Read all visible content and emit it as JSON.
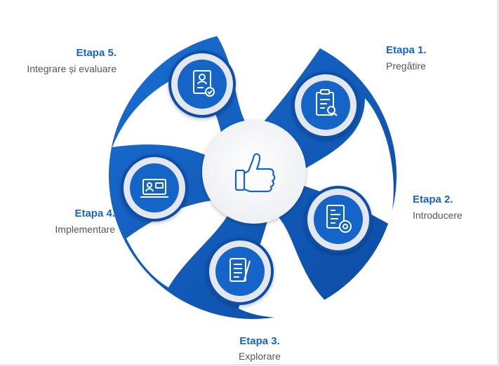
{
  "center_icon": "thumbs-up-icon",
  "colors": {
    "primary": "#1565c8",
    "dark": "#0d4fa8",
    "ring": "#e4e7ec",
    "text": "#555555"
  },
  "stages": [
    {
      "title": "Etapa 1.",
      "subtitle": "Pregătire",
      "icon": "clipboard-search-icon"
    },
    {
      "title": "Etapa 2.",
      "subtitle": "Introducere",
      "icon": "document-gear-icon"
    },
    {
      "title": "Etapa 3.",
      "subtitle": "Explorare",
      "icon": "document-pen-icon"
    },
    {
      "title": "Etapa 4.",
      "subtitle": "Implementare",
      "icon": "laptop-presentation-icon"
    },
    {
      "title": "Etapa 5.",
      "subtitle": "Integrare și evaluare",
      "icon": "certificate-check-icon"
    }
  ]
}
